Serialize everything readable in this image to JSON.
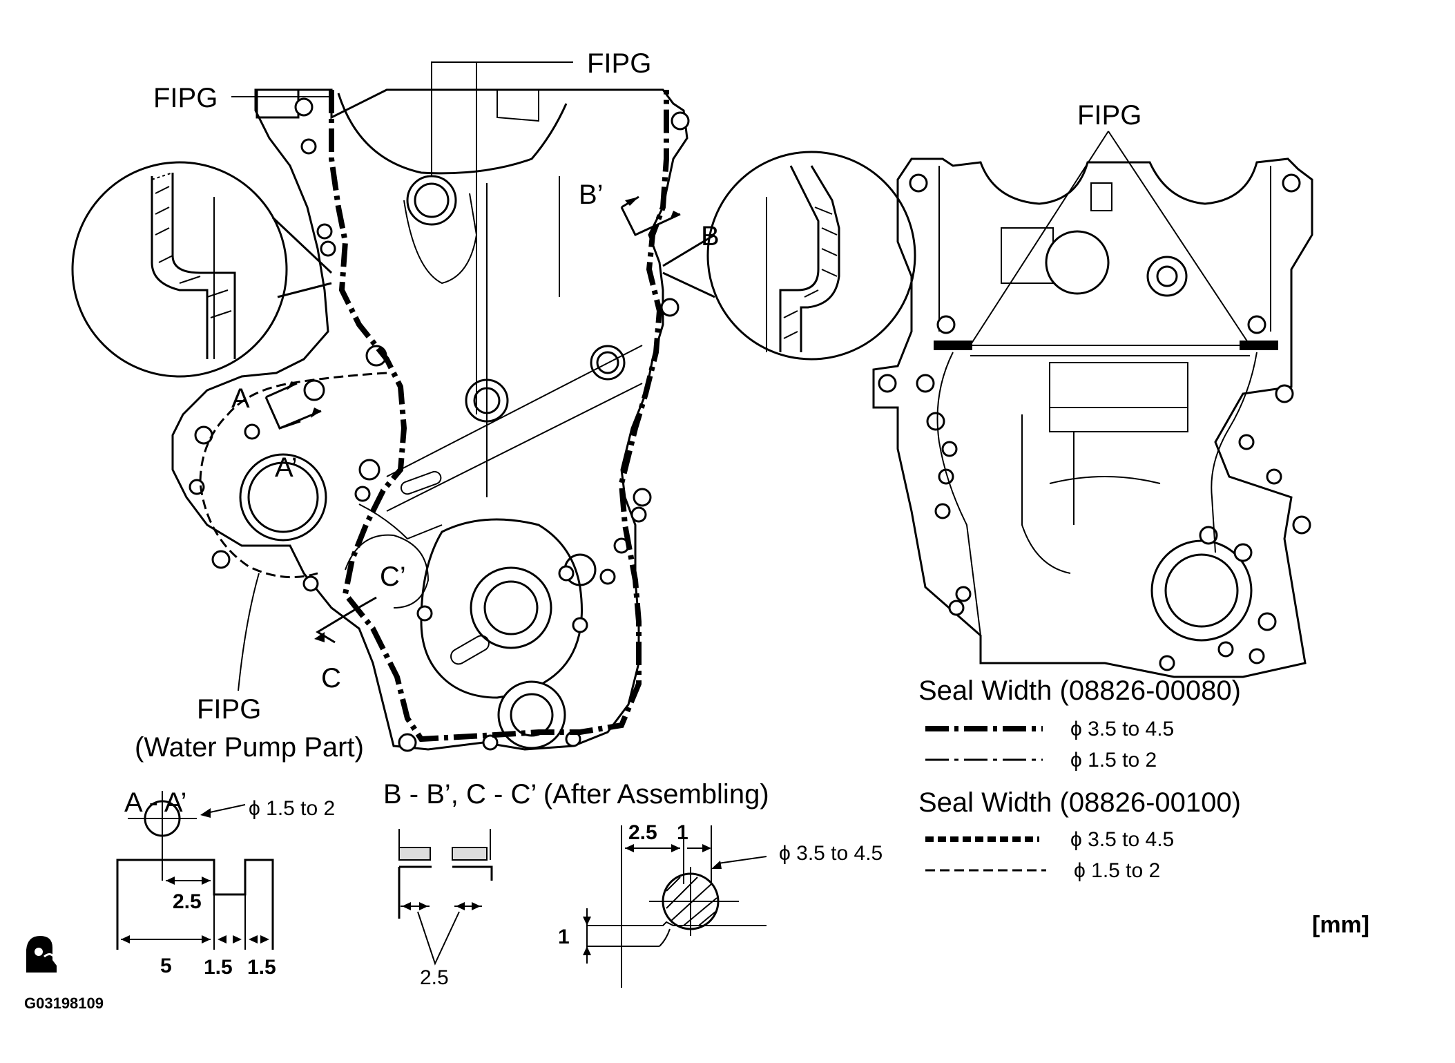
{
  "labels": {
    "fipg_top": "FIPG",
    "fipg_left": "FIPG",
    "fipg_right": "FIPG",
    "fipg_water_pump": "FIPG",
    "water_pump_part": "(Water Pump Part)",
    "a": "A",
    "a_prime": "A’",
    "b": "B",
    "b_prime": "B’",
    "c": "C",
    "c_prime": "C’"
  },
  "section_a": {
    "title": "A  -  A’",
    "phi_label": "ϕ 1.5 to 2",
    "dims": [
      "2.5",
      "5",
      "1.5",
      "1.5"
    ]
  },
  "section_bc": {
    "title": "B - B’, C - C’ (After Assembling)",
    "dim_left": "2.5",
    "dims_top": [
      "2.5",
      "1"
    ],
    "phi_label": "ϕ 3.5 to 4.5",
    "dim_side": "1"
  },
  "legend": {
    "group1_title": "Seal Width  (08826-00080)",
    "group1_items": [
      "ϕ 3.5 to 4.5",
      "ϕ 1.5 to 2"
    ],
    "group2_title": "Seal Width  (08826-00100)",
    "group2_items": [
      "ϕ 3.5 to 4.5",
      "ϕ 1.5 to 2"
    ]
  },
  "unit": "[mm]",
  "figure_code": "G03198109",
  "icons": {
    "sealant": "sealant-tube-icon"
  }
}
